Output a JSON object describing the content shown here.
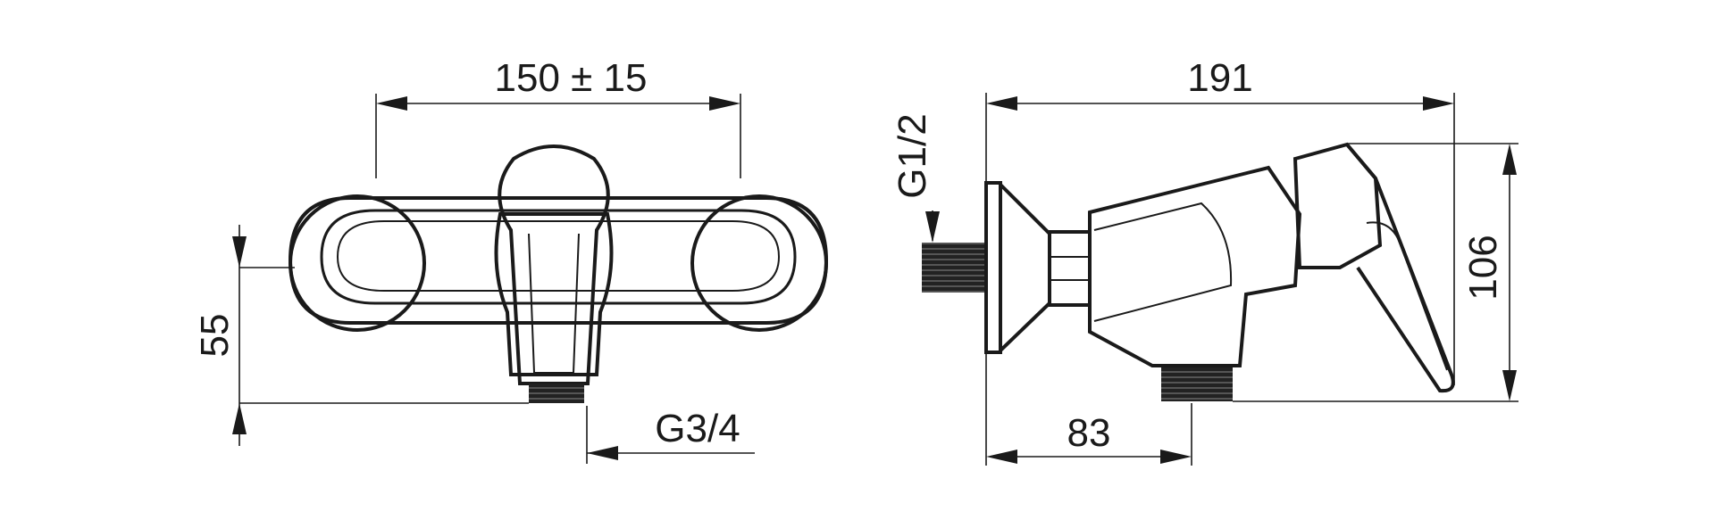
{
  "front_view": {
    "width_label": "150 ± 15",
    "height_label": "55",
    "thread_label": "G3/4"
  },
  "side_view": {
    "length_label": "191",
    "height_label": "106",
    "depth_label": "83",
    "inlet_label": "G1/2"
  }
}
